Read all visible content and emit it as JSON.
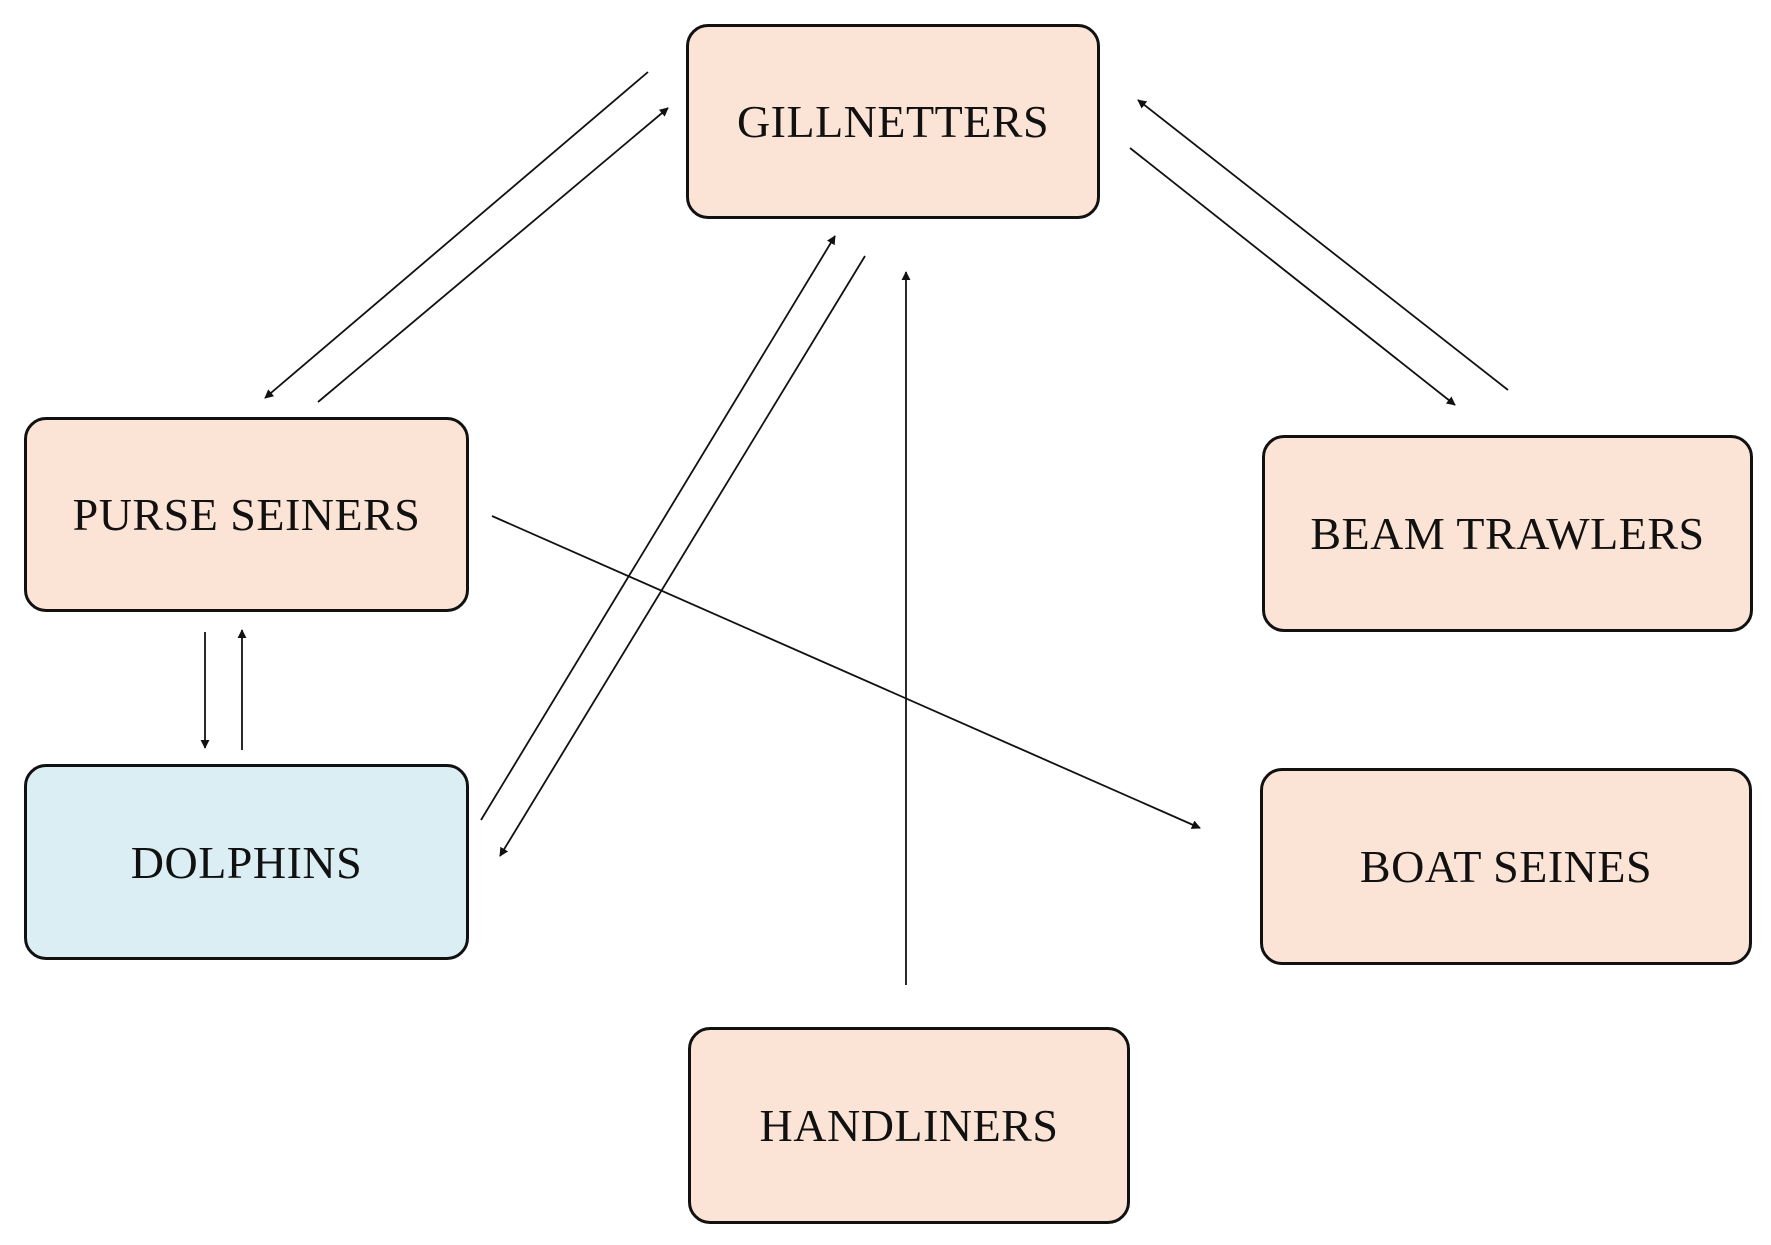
{
  "diagram": {
    "colors": {
      "fishery_fill": "#fbe4d5",
      "animal_fill": "#daeef3",
      "stroke": "#111111"
    },
    "nodes": [
      {
        "id": "gillnetters",
        "label": "GILLNETTERS",
        "kind": "fishery"
      },
      {
        "id": "purse-seiners",
        "label": "PURSE SEINERS",
        "kind": "fishery"
      },
      {
        "id": "beam-trawlers",
        "label": "BEAM TRAWLERS",
        "kind": "fishery"
      },
      {
        "id": "dolphins",
        "label": "DOLPHINS",
        "kind": "animal"
      },
      {
        "id": "boat-seines",
        "label": "BOAT SEINES",
        "kind": "fishery"
      },
      {
        "id": "handliners",
        "label": "HANDLINERS",
        "kind": "fishery"
      }
    ],
    "edges": [
      {
        "from": "gillnetters",
        "to": "purse-seiners"
      },
      {
        "from": "purse-seiners",
        "to": "gillnetters"
      },
      {
        "from": "gillnetters",
        "to": "beam-trawlers"
      },
      {
        "from": "beam-trawlers",
        "to": "gillnetters"
      },
      {
        "from": "purse-seiners",
        "to": "dolphins"
      },
      {
        "from": "dolphins",
        "to": "purse-seiners"
      },
      {
        "from": "dolphins",
        "to": "gillnetters"
      },
      {
        "from": "gillnetters",
        "to": "dolphins"
      },
      {
        "from": "handliners",
        "to": "gillnetters"
      },
      {
        "from": "purse-seiners",
        "to": "boat-seines"
      }
    ]
  }
}
